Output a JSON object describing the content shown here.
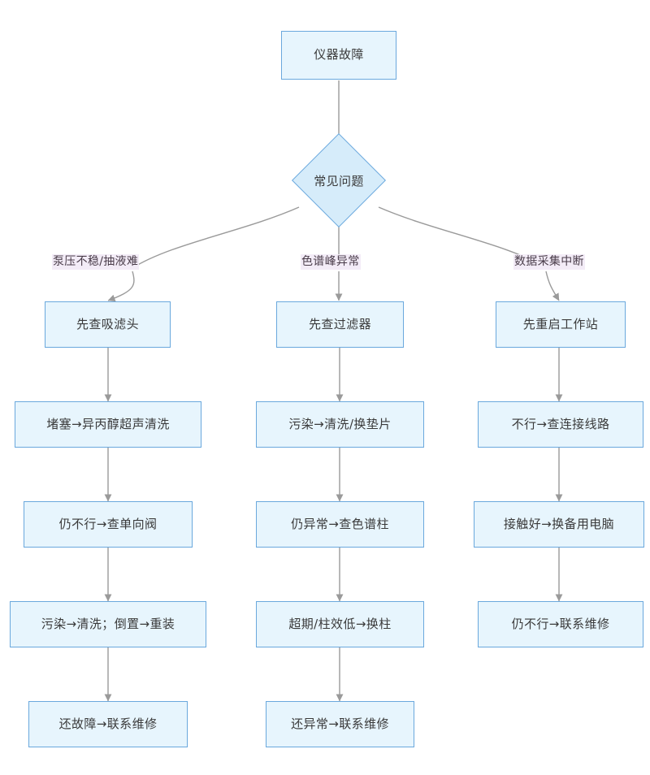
{
  "diagram": {
    "title_node": {
      "label": "仪器故障"
    },
    "decision_node": {
      "label": "常见问题"
    },
    "branch_labels": [
      {
        "label": "泵压不稳/抽液难"
      },
      {
        "label": "色谱峰异常"
      },
      {
        "label": "数据采集中断"
      }
    ],
    "columns": [
      {
        "name": "pump-branch",
        "steps": [
          {
            "label": "先查吸滤头"
          },
          {
            "label": "堵塞→异丙醇超声清洗"
          },
          {
            "label": "仍不行→查单向阀"
          },
          {
            "label": "污染→清洗；倒置→重装"
          },
          {
            "label": "还故障→联系维修"
          }
        ]
      },
      {
        "name": "peak-branch",
        "steps": [
          {
            "label": "先查过滤器"
          },
          {
            "label": "污染→清洗/换垫片"
          },
          {
            "label": "仍异常→查色谱柱"
          },
          {
            "label": "超期/柱效低→换柱"
          },
          {
            "label": "还异常→联系维修"
          }
        ]
      },
      {
        "name": "data-branch",
        "steps": [
          {
            "label": "先重启工作站"
          },
          {
            "label": "不行→查连接线路"
          },
          {
            "label": "接触好→换备用电脑"
          },
          {
            "label": "仍不行→联系维修"
          }
        ]
      }
    ],
    "colors": {
      "node_fill": "#e7f5fd",
      "node_border": "#6aa8dd",
      "diamond_fill": "#d6ecfa",
      "edge_stroke": "#9a9a9a",
      "text": "#3a3a3a",
      "edge_label_text": "#4a3d4a",
      "edge_label_bg": "#f3ecf7",
      "background": "#ffffff"
    }
  }
}
